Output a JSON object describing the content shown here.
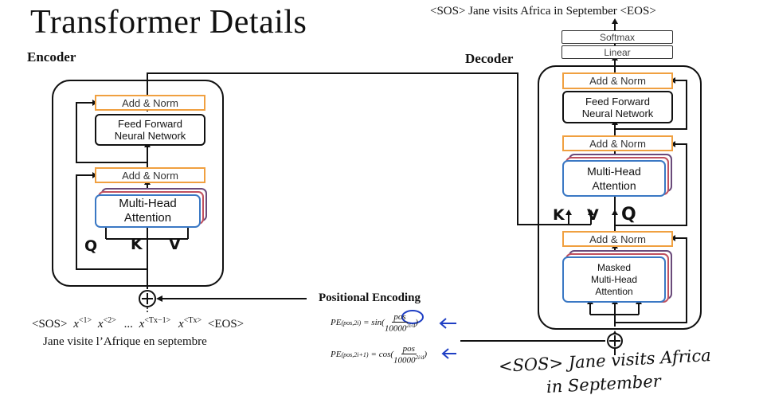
{
  "title": "Transformer Details",
  "output_sentence": "<SOS> Jane visits Africa in September <EOS>",
  "encoder": {
    "label": "Encoder",
    "add_norm_top": "Add & Norm",
    "ffn": [
      "Feed Forward",
      "Neural Network"
    ],
    "add_norm_bottom": "Add & Norm",
    "mha": [
      "Multi-Head",
      "Attention"
    ],
    "q": "Q",
    "k": "K",
    "v": "V"
  },
  "decoder": {
    "label": "Decoder",
    "softmax": "Softmax",
    "linear": "Linear",
    "add_norm_3": "Add & Norm",
    "ffn": [
      "Feed Forward",
      "Neural Network"
    ],
    "add_norm_2": "Add & Norm",
    "mha": [
      "Multi-Head",
      "Attention"
    ],
    "k": "K",
    "v": "V",
    "q": "Q",
    "add_norm_1": "Add & Norm",
    "masked_mha": [
      "Masked",
      "Multi-Head",
      "Attention"
    ]
  },
  "input": {
    "tokens": [
      "<SOS>",
      "x",
      "<1>",
      "x",
      "<2>",
      "...",
      "x",
      "<Tx−1>",
      "x",
      "<Tx>",
      "<EOS>"
    ],
    "french": "Jane visite l’Afrique en septembre"
  },
  "positional_encoding": {
    "label": "Positional Encoding",
    "pe_sin_lhs": "PE",
    "pe_sin_sub": "(pos,2i)",
    "pe_sin_fn": "= sin(",
    "pe_cos_lhs": "PE",
    "pe_cos_sub": "(pos,2i+1)",
    "pe_cos_fn": "= cos(",
    "numerator": "pos",
    "denominator": "10000",
    "exponent_num": "2i",
    "exponent_den": "d",
    "close_paren": ")"
  },
  "handwritten": {
    "line1": "<SOS> Jane visits Africa",
    "line2": "in September"
  },
  "colors": {
    "add_norm_border": "#f0a040",
    "attention_border": "#3a78c4",
    "annotation_blue": "#1f3fc4"
  }
}
